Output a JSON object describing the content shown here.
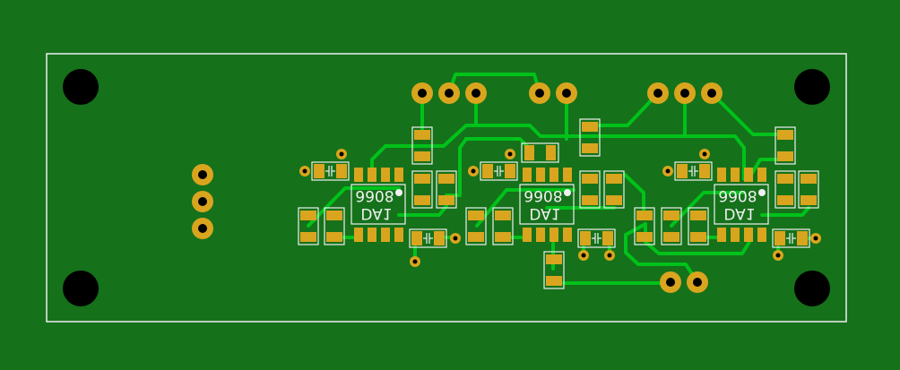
{
  "board": {
    "colors": {
      "substrate": "#15711a",
      "copper": "#00c21a",
      "pad": "#d9a51e",
      "silkscreen": "#f0f0f0",
      "hole": "#000000"
    }
  },
  "chips": [
    {
      "designator": "DA1",
      "part": "8066"
    },
    {
      "designator": "DA1",
      "part": "8066"
    },
    {
      "designator": "DA1",
      "part": "8066"
    }
  ]
}
